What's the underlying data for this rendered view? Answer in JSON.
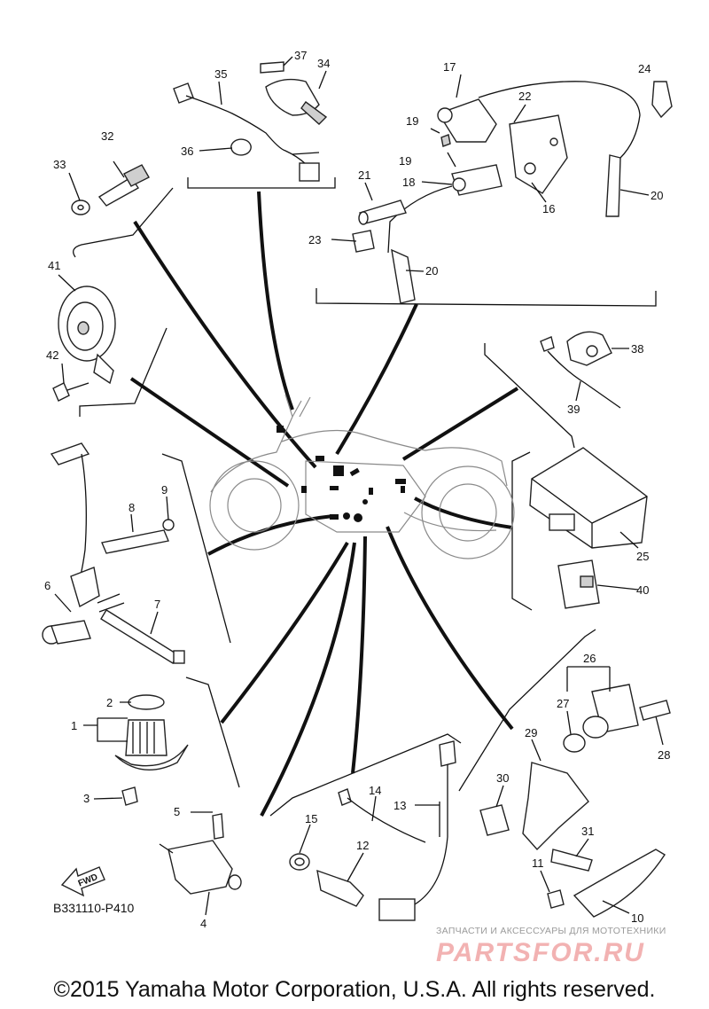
{
  "diagram": {
    "code": "B331110-P410",
    "direction_label": "FWD",
    "copyright": "©2015 Yamaha Motor Corporation, U.S.A. All rights reserved.",
    "watermark": {
      "caption": "ЗАПЧАСТИ И АКСЕССУАРЫ ДЛЯ МОТОТЕХНИКИ",
      "logo": "PARTSFOR.RU"
    }
  },
  "callouts": [
    "1",
    "2",
    "3",
    "4",
    "5",
    "6",
    "7",
    "8",
    "9",
    "10",
    "11",
    "12",
    "13",
    "14",
    "15",
    "16",
    "17",
    "18",
    "19",
    "19",
    "20",
    "20",
    "21",
    "22",
    "23",
    "24",
    "25",
    "26",
    "27",
    "28",
    "29",
    "30",
    "31",
    "32",
    "33",
    "34",
    "35",
    "36",
    "37",
    "38",
    "39",
    "40",
    "41",
    "42"
  ]
}
